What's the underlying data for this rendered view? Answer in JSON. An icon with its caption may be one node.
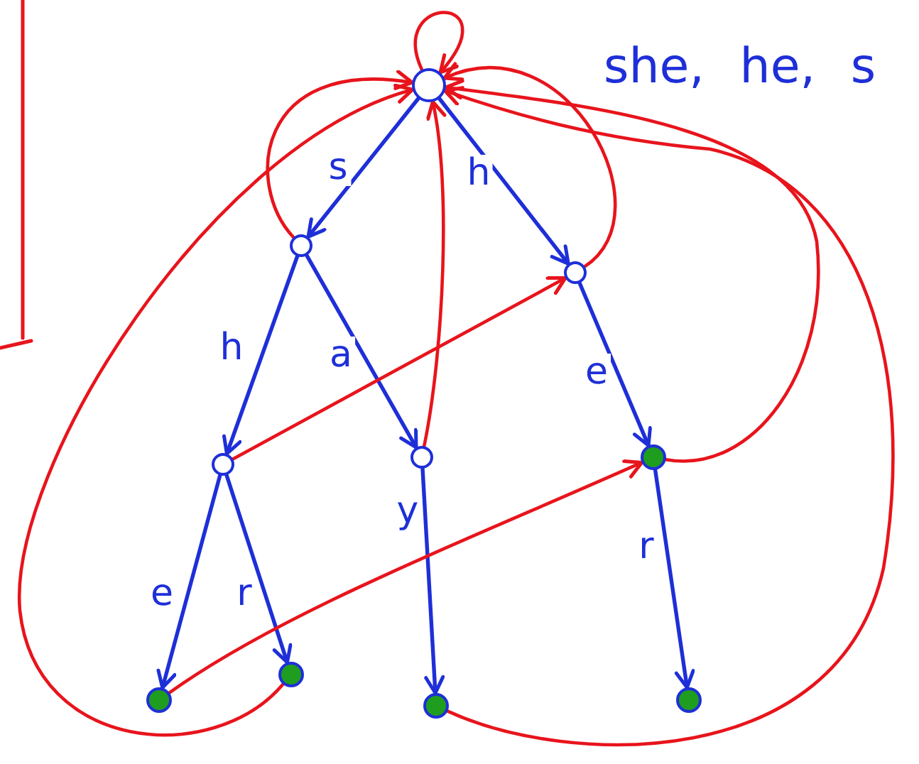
{
  "diagram": {
    "nodes": [
      {
        "text": [],
        "shape": "circle"
      },
      {
        "text": [],
        "shape": "circle"
      },
      {
        "text": [],
        "shape": "circle"
      },
      {
        "text": [],
        "shape": "circle"
      },
      {
        "text": [],
        "shape": "circle"
      },
      {
        "text": [],
        "shape": "circle"
      },
      {
        "text": [],
        "shape": "circle"
      },
      {
        "text": [],
        "shape": "circle"
      },
      {
        "text": [],
        "shape": "circle"
      },
      {
        "text": [],
        "shape": "circle"
      }
    ],
    "edges": [
      {
        "from": 0,
        "to": 1,
        "arrow": "to",
        "label": "s"
      },
      {
        "from": 0,
        "to": 2,
        "arrow": "to",
        "label": "h"
      },
      {
        "from": 1,
        "to": 3,
        "arrow": "to",
        "label": "h"
      },
      {
        "from": 1,
        "to": 4,
        "arrow": "to",
        "label": "a"
      },
      {
        "from": 2,
        "to": 5,
        "arrow": "to",
        "label": "e"
      },
      {
        "from": 3,
        "to": 6,
        "arrow": "to",
        "label": "e"
      },
      {
        "from": 3,
        "to": 7,
        "arrow": "to",
        "label": "r"
      },
      {
        "from": 4,
        "to": 8,
        "arrow": "to",
        "label": "y"
      },
      {
        "from": 5,
        "to": 9,
        "arrow": "to",
        "label": "r"
      },
      {
        "from": 0,
        "to": 0,
        "arrow": "to",
        "color": "#e8141c"
      },
      {
        "from": 1,
        "to": 0,
        "arrow": "to",
        "color": "#e8141c"
      },
      {
        "from": 2,
        "to": 0,
        "arrow": "to",
        "color": "#e8141c"
      },
      {
        "from": 3,
        "to": 2,
        "arrow": "to",
        "color": "#e8141c"
      },
      {
        "from": 4,
        "to": 0,
        "arrow": "to",
        "color": "#e8141c"
      },
      {
        "from": 5,
        "to": 0,
        "arrow": "to",
        "color": "#e8141c"
      },
      {
        "from": 6,
        "to": 5,
        "arrow": "to",
        "color": "#e8141c"
      },
      {
        "from": 7,
        "to": 0,
        "arrow": "to",
        "color": "#e8141c"
      },
      {
        "from": 8,
        "to": 0,
        "arrow": "to",
        "color": "#e8141c"
      }
    ],
    "labels": [
      "she, he, s"
    ]
  }
}
